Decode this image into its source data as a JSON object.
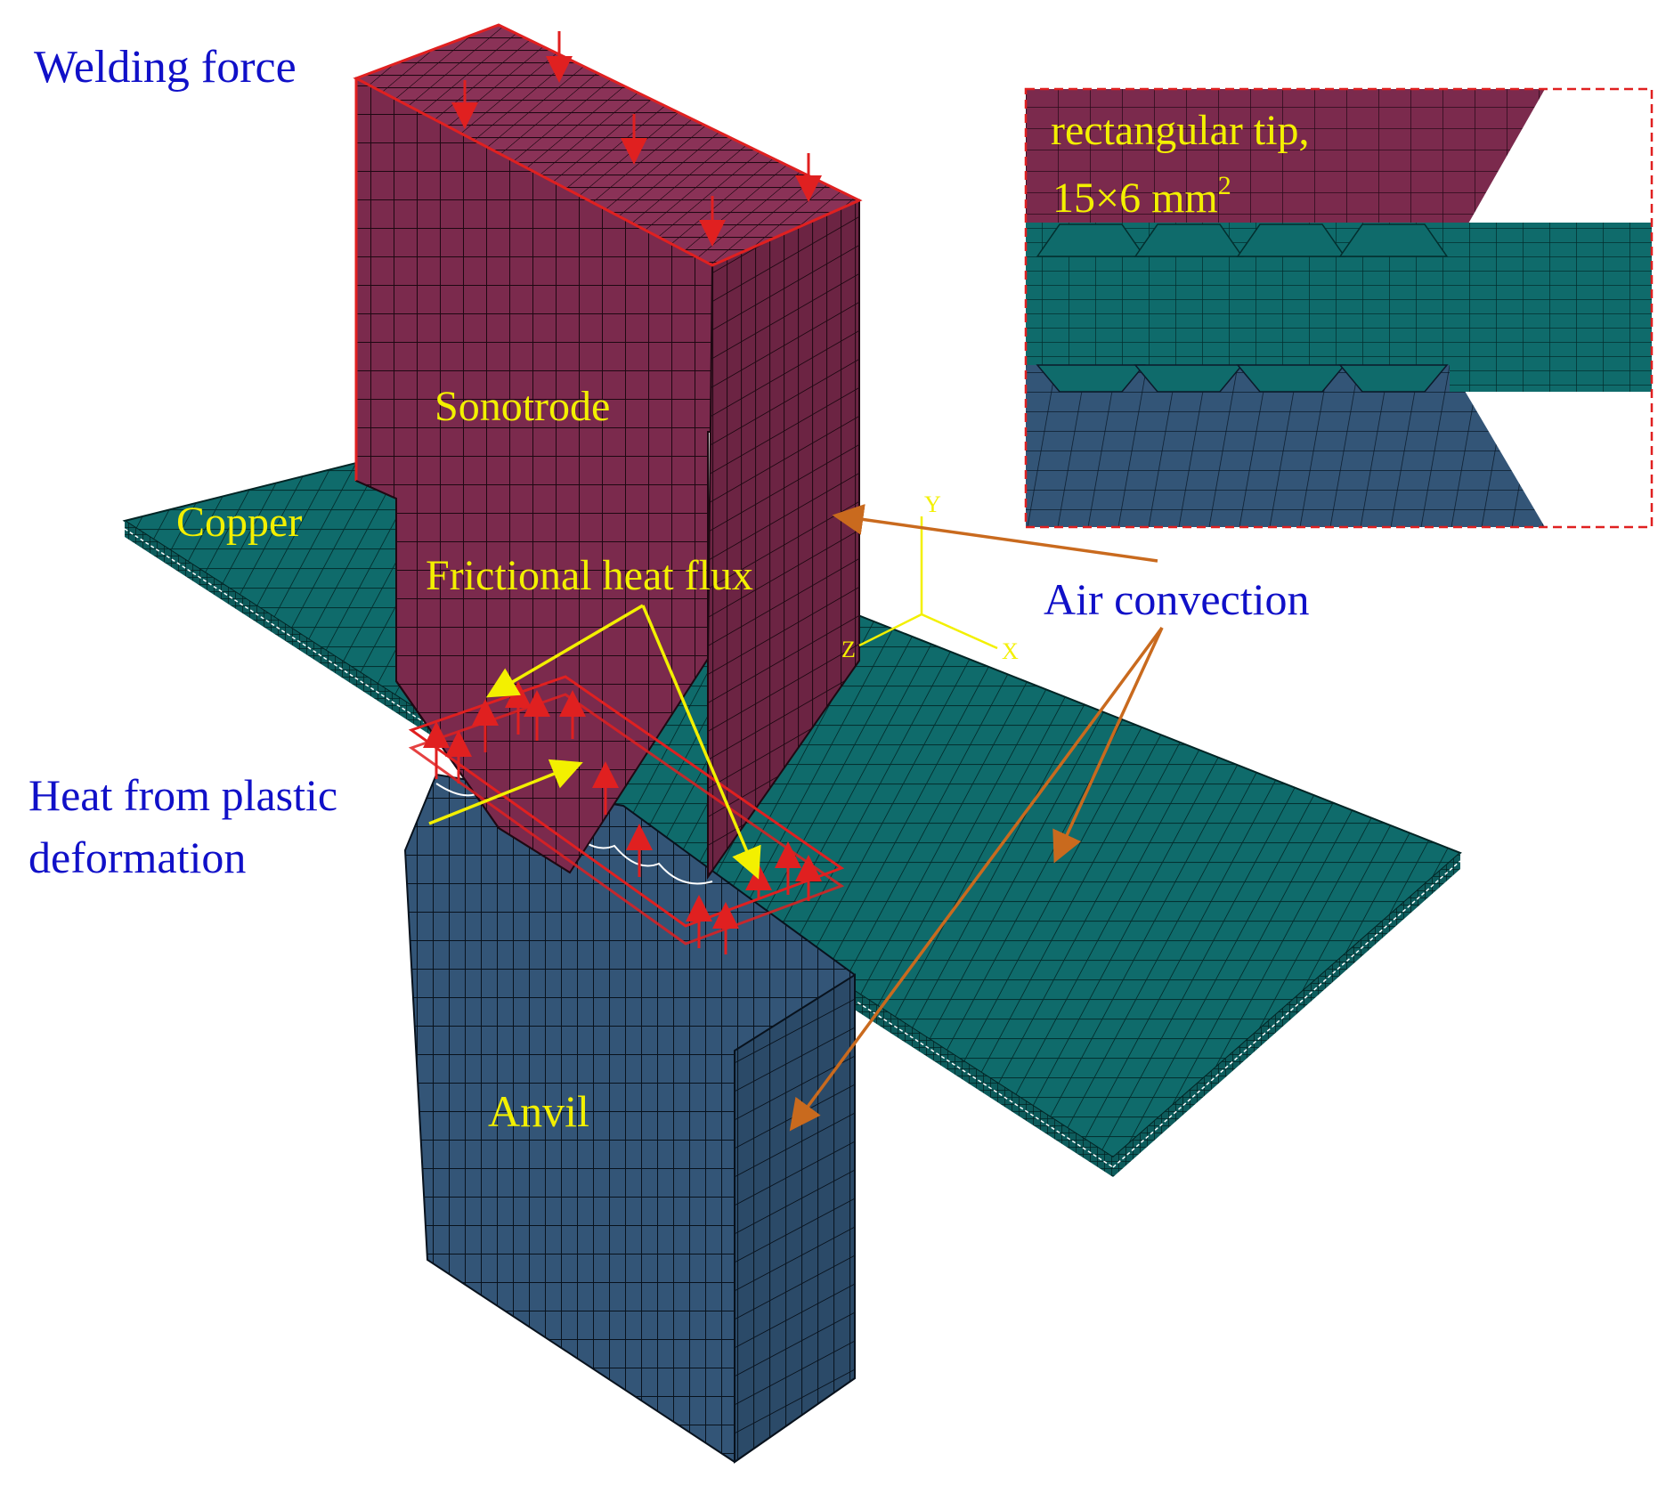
{
  "labels": {
    "welding_force": "Welding force",
    "sonotrode": "Sonotrode",
    "copper": "Copper",
    "frictional_heat_flux": "Frictional heat flux",
    "air_convection": "Air convection",
    "heat_plastic_line1": "Heat from plastic",
    "heat_plastic_line2": "deformation",
    "anvil": "Anvil",
    "inset_line1": "rectangular tip,",
    "inset_line2_main": "15×6 mm",
    "inset_line2_sup": "2"
  },
  "axes": {
    "y": "Y",
    "z": "Z",
    "x": "X"
  },
  "colors": {
    "sonotrode": "#7b2a4d",
    "copper": "#0f6b6b",
    "anvil": "#335577",
    "label_blue": "#1010c8",
    "label_yellow": "#f3f000",
    "force_red": "#e02020",
    "convection_arrow": "#c96a1e",
    "heat_arrow": "#f3f000"
  }
}
